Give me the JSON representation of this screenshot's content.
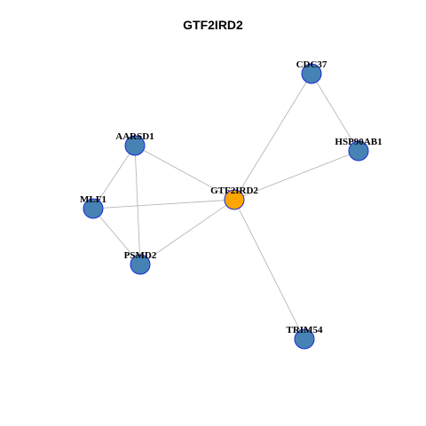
{
  "title": "GTF2IRD2",
  "colors": {
    "hub": "#FFA500",
    "node": "#4682B4",
    "node_border": "#1A2BD8",
    "edge": "#B0B0B0"
  },
  "nodes": [
    {
      "id": "CDC37",
      "label": "CDC37",
      "type": "neighbor"
    },
    {
      "id": "HSP90AB1",
      "label": "HSP90AB1",
      "type": "neighbor"
    },
    {
      "id": "AARSD1",
      "label": "AARSD1",
      "type": "neighbor"
    },
    {
      "id": "GTF2IRD2",
      "label": "GTF2IRD2",
      "type": "hub"
    },
    {
      "id": "MLF1",
      "label": "MLF1",
      "type": "neighbor"
    },
    {
      "id": "PSMD2",
      "label": "PSMD2",
      "type": "neighbor"
    },
    {
      "id": "TRIM54",
      "label": "TRIM54",
      "type": "neighbor"
    }
  ],
  "edges": [
    [
      "CDC37",
      "HSP90AB1"
    ],
    [
      "CDC37",
      "GTF2IRD2"
    ],
    [
      "HSP90AB1",
      "GTF2IRD2"
    ],
    [
      "AARSD1",
      "GTF2IRD2"
    ],
    [
      "AARSD1",
      "MLF1"
    ],
    [
      "AARSD1",
      "PSMD2"
    ],
    [
      "MLF1",
      "GTF2IRD2"
    ],
    [
      "MLF1",
      "PSMD2"
    ],
    [
      "PSMD2",
      "GTF2IRD2"
    ],
    [
      "GTF2IRD2",
      "TRIM54"
    ]
  ]
}
